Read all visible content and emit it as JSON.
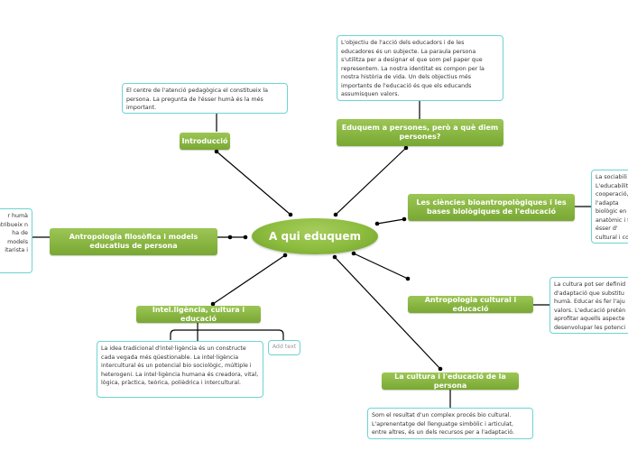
{
  "center": {
    "label": "A qui eduquem"
  },
  "topics": {
    "introduccio": "Introducció",
    "eduquem_persones": "Eduquem a persones, però a què diem persones?",
    "ciencies": "Les ciències bioantropològiques i les bases biològiques de l'educació",
    "antropologia_filosofica": "Antropologia filosòfica i models educatius de persona",
    "intelligencia": "Intel.ligència, cultura i educació",
    "antropologia_cultural": "Antropologia cultural i educació",
    "cultura": "La cultura i l'educació de la persona"
  },
  "notes": {
    "introduccio": "El centre de l'atenció pedagògica el constitueix la persona. La pregunta de l'ésser humà és la més important.",
    "eduquem_persones": "L'objectiu de l'acció dels educadors i de les educadores és un subjecte. La paraula persona s'utilitza per a designar el que som pel paper que representem. La nostra identitat es compon per la nostra història de vida. Un dels objectius més importants de l'educació és que els educands assumisquen valors.",
    "ciencies": "La sociabili L'educabilit cooperació, de l'adapta biològic en anatòmic i f un ésser d' cultural i co",
    "antropologia_filosofica": "r humà ontribueix n ha de models itarista i",
    "intelligencia": "La idea tradicional d'intel·ligència és un constructe cada vegada més qüestionable. La intel·ligència intercultural és un potencial bio sociològic, múltiple i heterogeni. La intel·ligència humana és creadora, vital, lògica, pràctica, teòrica, polièdrica i intercultural.",
    "add_text": "Add text",
    "antropologia_cultural": "La cultura pot ser definid d'adaptació que substitu humà. Educar és fer l'aju valors. L'educació pretén aprofitar aquells aspecte desenvolupar les potenci",
    "cultura": "Som el resultat d'un complex procés bio cultural. L'aprenentatge del llenguatge simbòlic i articulat, entre altres, és un dels recursos per a l'adaptació."
  },
  "colors": {
    "topic": "#8cbc3e",
    "center": "#8cbc3e",
    "note_border": "#6fd3d3",
    "connector": "#000000"
  }
}
